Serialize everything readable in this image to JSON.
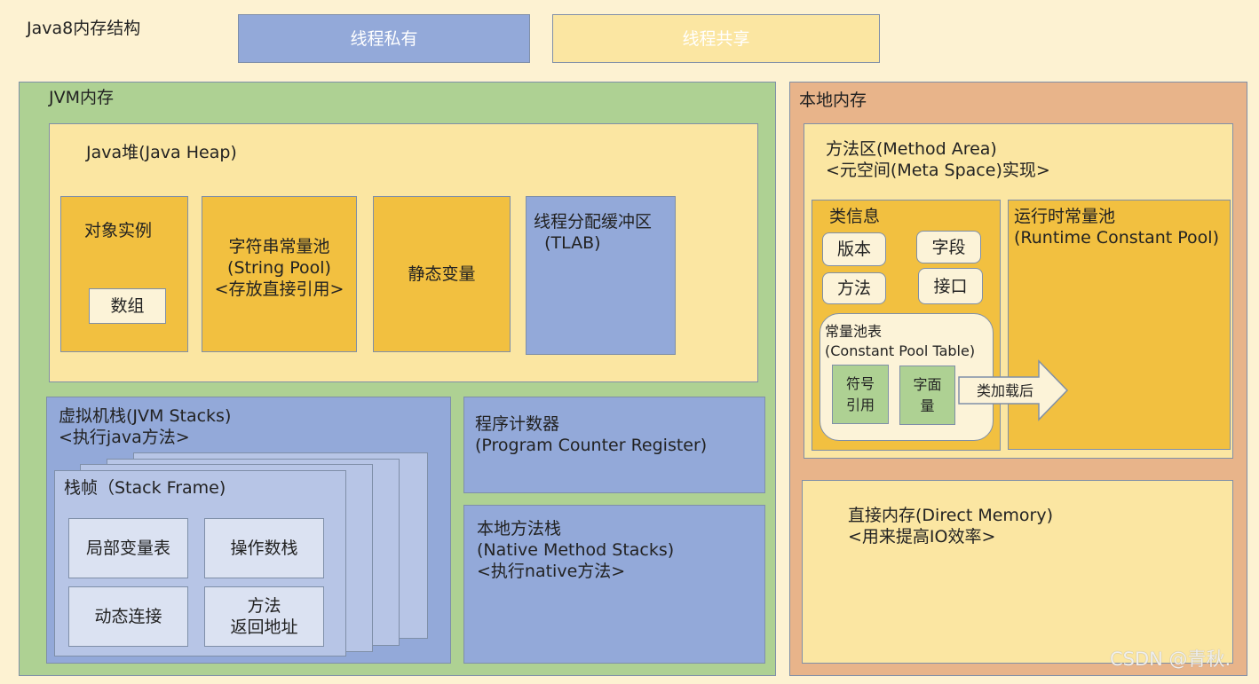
{
  "title": "Java8内存结构",
  "legend": {
    "private": "线程私有",
    "shared": "线程共享"
  },
  "jvm": {
    "label": "JVM内存",
    "heap": {
      "label": "Java堆(Java Heap)",
      "objects": "对象实例",
      "array": "数组",
      "string_pool": "字符串常量池\n(String Pool)\n<存放直接引用>",
      "static_vars": "静态变量",
      "tlab": "线程分配缓冲区\n  (TLAB)"
    },
    "stacks": {
      "label": "虚拟机栈(JVM Stacks)\n<执行java方法>",
      "frame": "栈帧（Stack Frame)",
      "locals": "局部变量表",
      "operand": "操作数栈",
      "dynamic_link": "动态连接",
      "return_addr": "方法\n返回地址"
    },
    "pc": "程序计数器\n(Program Counter Register)",
    "native_stacks": "本地方法栈\n(Native Method Stacks)\n<执行native方法>"
  },
  "native": {
    "label": "本地内存",
    "method_area": {
      "label": "方法区(Method Area)\n<元空间(Meta Space)实现>",
      "class_info": "类信息",
      "version": "版本",
      "field": "字段",
      "method": "方法",
      "interface": "接口",
      "cp_table": "常量池表\n(Constant Pool Table)",
      "symbol_ref": "符号\n引用",
      "literal": "字面\n量",
      "arrow": "类加载后",
      "runtime_pool": "运行时常量池\n(Runtime Constant Pool)"
    },
    "direct": "直接内存(Direct Memory)\n<用来提高IO效率>"
  },
  "watermark": "CSDN @青秋."
}
